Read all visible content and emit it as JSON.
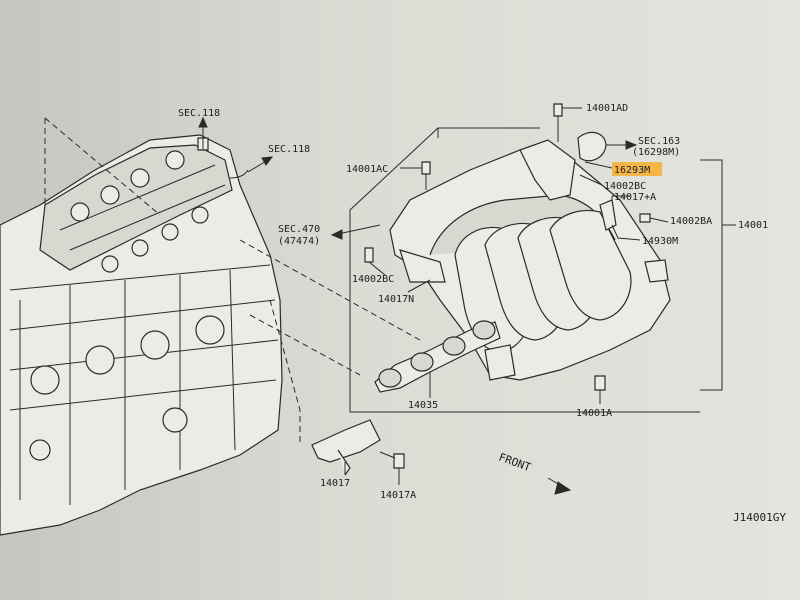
{
  "sec_118_a": "SEC.118",
  "sec_118_b": "SEC.118",
  "sec_163": "SEC.163",
  "sec_163_sub": "(16298M)",
  "sec_470": "SEC.470",
  "sec_470_sub": "(47474)",
  "p_14001AD": "14001AD",
  "p_14001AC": "14001AC",
  "p_16293M": "16293M",
  "p_14002BC_a": "14002BC",
  "p_14017A_plus": "14017+A",
  "p_14002BA": "14002BA",
  "p_14001": "14001",
  "p_14930M": "14930M",
  "p_14002BC_b": "14002BC",
  "p_14017N": "14017N",
  "p_14035": "14035",
  "p_14001A": "14001A",
  "p_14017": "14017",
  "p_14017A": "14017A",
  "front": "FRONT",
  "diagram_id": "J14001GY",
  "highlight_color": "#f2b64a"
}
